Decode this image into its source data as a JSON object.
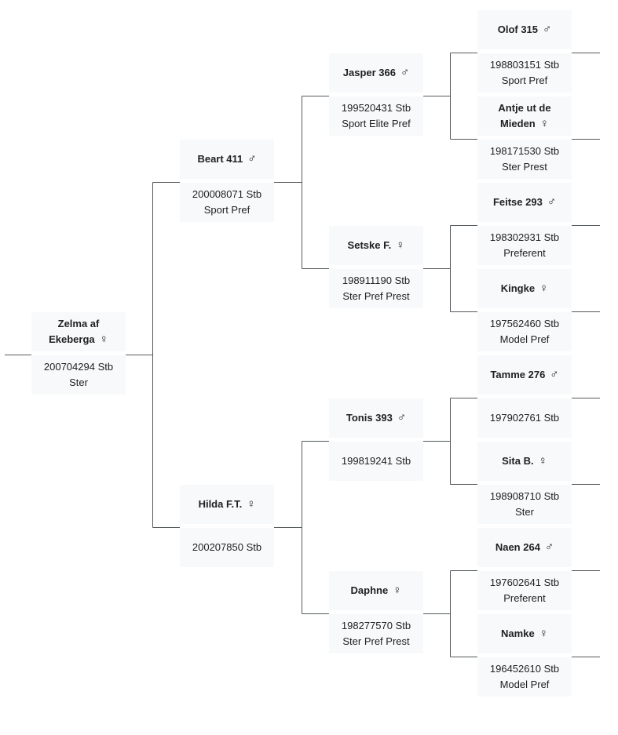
{
  "horses": {
    "zelma": {
      "name": "Zelma af Ekeberga",
      "sym": "♀",
      "reg": "200704294 Stb",
      "pred": "Ster"
    },
    "beart": {
      "name": "Beart 411",
      "sym": "♂",
      "reg": "200008071 Stb",
      "pred": "Sport Pref"
    },
    "hilda": {
      "name": "Hilda F.T.",
      "sym": "♀",
      "reg": "200207850 Stb",
      "pred": ""
    },
    "jasper": {
      "name": "Jasper 366",
      "sym": "♂",
      "reg": "199520431 Stb",
      "pred": "Sport Elite Pref"
    },
    "setske": {
      "name": "Setske F.",
      "sym": "♀",
      "reg": "198911190 Stb",
      "pred": "Ster Pref Prest"
    },
    "tonis": {
      "name": "Tonis 393",
      "sym": "♂",
      "reg": "199819241 Stb",
      "pred": ""
    },
    "daphne": {
      "name": "Daphne",
      "sym": "♀",
      "reg": "198277570 Stb",
      "pred": "Ster Pref Prest"
    },
    "olof": {
      "name": "Olof 315",
      "sym": "♂",
      "reg": "198803151 Stb",
      "pred": "Sport Pref"
    },
    "antje": {
      "name": "Antje ut de Mieden",
      "sym": "♀",
      "reg": "198171530 Stb",
      "pred": "Ster Prest"
    },
    "feitse": {
      "name": "Feitse 293",
      "sym": "♂",
      "reg": "198302931 Stb",
      "pred": "Preferent"
    },
    "kingke": {
      "name": "Kingke",
      "sym": "♀",
      "reg": "197562460 Stb",
      "pred": "Model Pref"
    },
    "tamme": {
      "name": "Tamme 276",
      "sym": "♂",
      "reg": "197902761 Stb",
      "pred": ""
    },
    "sita": {
      "name": "Sita B.",
      "sym": "♀",
      "reg": "198908710 Stb",
      "pred": "Ster"
    },
    "naen": {
      "name": "Naen 264",
      "sym": "♂",
      "reg": "197602641 Stb",
      "pred": "Preferent"
    },
    "namke": {
      "name": "Namke",
      "sym": "♀",
      "reg": "196452610 Stb",
      "pred": "Model Pref"
    }
  }
}
